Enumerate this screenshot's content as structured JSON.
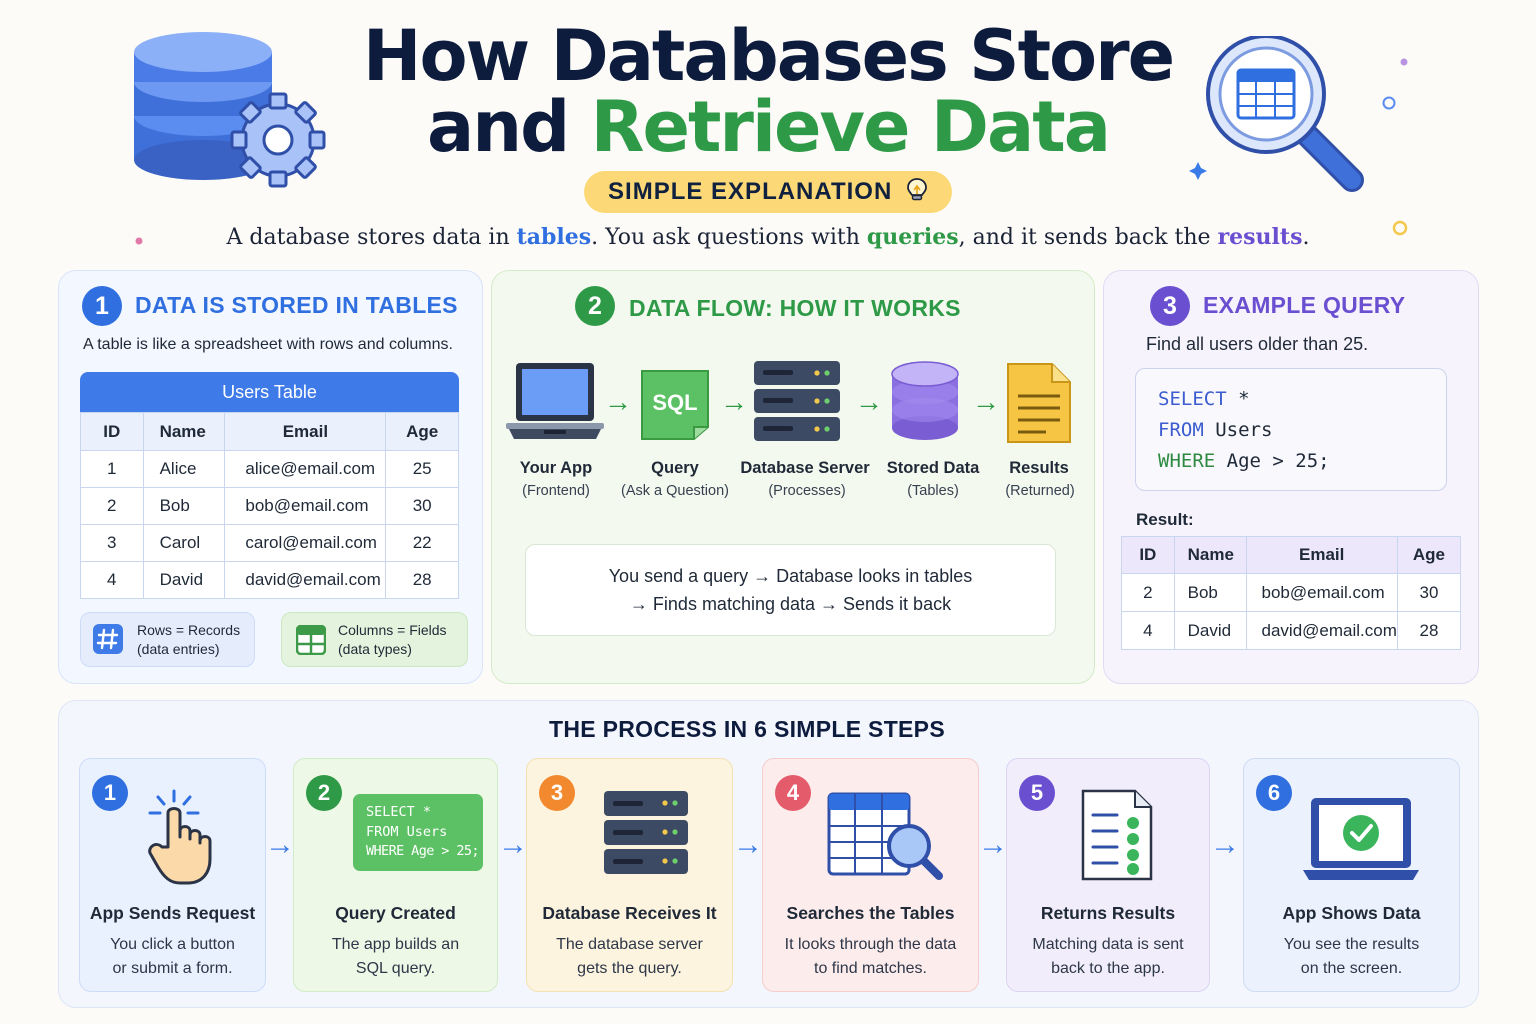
{
  "header": {
    "title_line1": "How Databases Store",
    "title_line2_part1": "and ",
    "title_line2_part2": "Retrieve Data",
    "subtitle": "SIMPLE EXPLANATION",
    "tagline": {
      "t1": "A database stores data in ",
      "w1": "tables",
      "t2": ".  You ask questions with ",
      "w2": "queries",
      "t3": ", and it sends back the ",
      "w3": "results",
      "t4": "."
    }
  },
  "colors": {
    "blue": "#2f6fe0",
    "green": "#2e9a47",
    "purple": "#6a4fd1",
    "navy": "#0d1b3d",
    "yellow": "#fcd877"
  },
  "section1": {
    "num": "1",
    "title": "DATA IS STORED IN TABLES",
    "desc": "A table is like a spreadsheet with rows and columns.",
    "table_title": "Users Table",
    "columns": [
      "ID",
      "Name",
      "Email",
      "Age"
    ],
    "rows": [
      [
        "1",
        "Alice",
        "alice@email.com",
        "25"
      ],
      [
        "2",
        "Bob",
        "bob@email.com",
        "30"
      ],
      [
        "3",
        "Carol",
        "carol@email.com",
        "22"
      ],
      [
        "4",
        "David",
        "david@email.com",
        "28"
      ]
    ],
    "rows_card": {
      "line1": "Rows = Records",
      "line2": "(data entries)"
    },
    "cols_card": {
      "line1": "Columns = Fields",
      "line2": "(data types)"
    }
  },
  "section2": {
    "num": "2",
    "title": "DATA FLOW: HOW IT WORKS",
    "sql_label": "SQL",
    "items": [
      {
        "label": "Your App",
        "sub": "(Frontend)",
        "icon": "laptop-icon"
      },
      {
        "label": "Query",
        "sub": "(Ask a Question)",
        "icon": "sql-document-icon"
      },
      {
        "label": "Database Server",
        "sub": "(Processes)",
        "icon": "server-icon"
      },
      {
        "label": "Stored Data",
        "sub": "(Tables)",
        "icon": "database-icon"
      },
      {
        "label": "Results",
        "sub": "(Returned)",
        "icon": "document-icon"
      }
    ],
    "note_line1": "You send a query → Database looks in tables",
    "note_line2": "→ Finds matching data → Sends it back"
  },
  "section3": {
    "num": "3",
    "title": "EXAMPLE QUERY",
    "desc": "Find all users older than 25.",
    "code": {
      "kw1": "SELECT",
      "rest1": " *",
      "kw2": "FROM",
      "rest2": " Users",
      "kw3": "WHERE",
      "rest3": " Age > 25;"
    },
    "result_label": "Result:",
    "columns": [
      "ID",
      "Name",
      "Email",
      "Age"
    ],
    "rows": [
      [
        "2",
        "Bob",
        "bob@email.com",
        "30"
      ],
      [
        "4",
        "David",
        "david@email.com",
        "28"
      ]
    ]
  },
  "process": {
    "title": "THE PROCESS IN 6 SIMPLE STEPS",
    "step2_code": [
      "SELECT *",
      "FROM Users",
      "WHERE Age > 25;"
    ],
    "steps": [
      {
        "num": "1",
        "title": "App Sends Request",
        "desc1": "You click a button",
        "desc2": "or submit a form.",
        "icon": "pointer-hand-icon"
      },
      {
        "num": "2",
        "title": "Query Created",
        "desc1": "The app builds an",
        "desc2": "SQL query.",
        "icon": "sql-code-icon"
      },
      {
        "num": "3",
        "title": "Database Receives It",
        "desc1": "The database server",
        "desc2": "gets the query.",
        "icon": "server-icon"
      },
      {
        "num": "4",
        "title": "Searches the Tables",
        "desc1": "It looks through the data",
        "desc2": "to find matches.",
        "icon": "table-search-icon"
      },
      {
        "num": "5",
        "title": "Returns Results",
        "desc1": "Matching data is sent",
        "desc2": "back to the app.",
        "icon": "checklist-icon"
      },
      {
        "num": "6",
        "title": "App Shows Data",
        "desc1": "You see the results",
        "desc2": "on the screen.",
        "icon": "laptop-check-icon"
      }
    ]
  }
}
